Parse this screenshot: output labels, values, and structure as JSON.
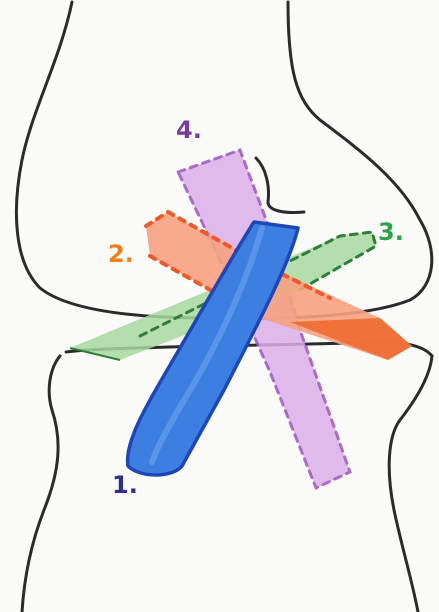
{
  "diagram": {
    "paper_color": "#fbfbfa",
    "outline_color": "#2b2b2b",
    "labels": [
      {
        "id": "band-1",
        "text": "1.",
        "color": "#2e2f8a"
      },
      {
        "id": "band-2",
        "text": "2.",
        "color": "#f07f1a"
      },
      {
        "id": "band-3",
        "text": "3.",
        "color": "#2fa24a"
      },
      {
        "id": "band-4",
        "text": "4.",
        "color": "#7b3aa0"
      }
    ],
    "bands": [
      {
        "id": "band-1",
        "fill": "#3d7fe0",
        "outline": "#1d46b8",
        "style": "solid"
      },
      {
        "id": "band-2",
        "fill": "#f6a27f",
        "outline": "#ee5a2a",
        "style": "dashed"
      },
      {
        "id": "band-3",
        "fill": "#a8d8a0",
        "outline": "#2f7f3a",
        "style": "dashed"
      },
      {
        "id": "band-4",
        "fill": "#d9aee6",
        "outline": "#9a4fc2",
        "style": "dashed"
      }
    ]
  }
}
